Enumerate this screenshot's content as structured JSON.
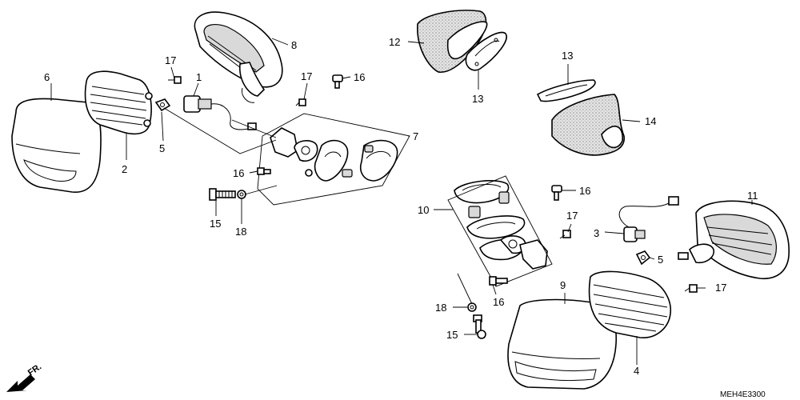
{
  "diagram": {
    "figure_code": "MEH4E3300",
    "front_marker": "FR.",
    "callouts": {
      "c1": "1",
      "c2": "2",
      "c3": "3",
      "c4": "4",
      "c5a": "5",
      "c5b": "5",
      "c6": "6",
      "c7": "7",
      "c8": "8",
      "c9": "9",
      "c10": "10",
      "c11": "11",
      "c12": "12",
      "c13a": "13",
      "c13b": "13",
      "c14": "14",
      "c15a": "15",
      "c15b": "15",
      "c16a": "16",
      "c16b": "16",
      "c16c": "16",
      "c16d": "16",
      "c17a": "17",
      "c17b": "17",
      "c17c": "17",
      "c17d": "17",
      "c18a": "18",
      "c18b": "18"
    }
  }
}
